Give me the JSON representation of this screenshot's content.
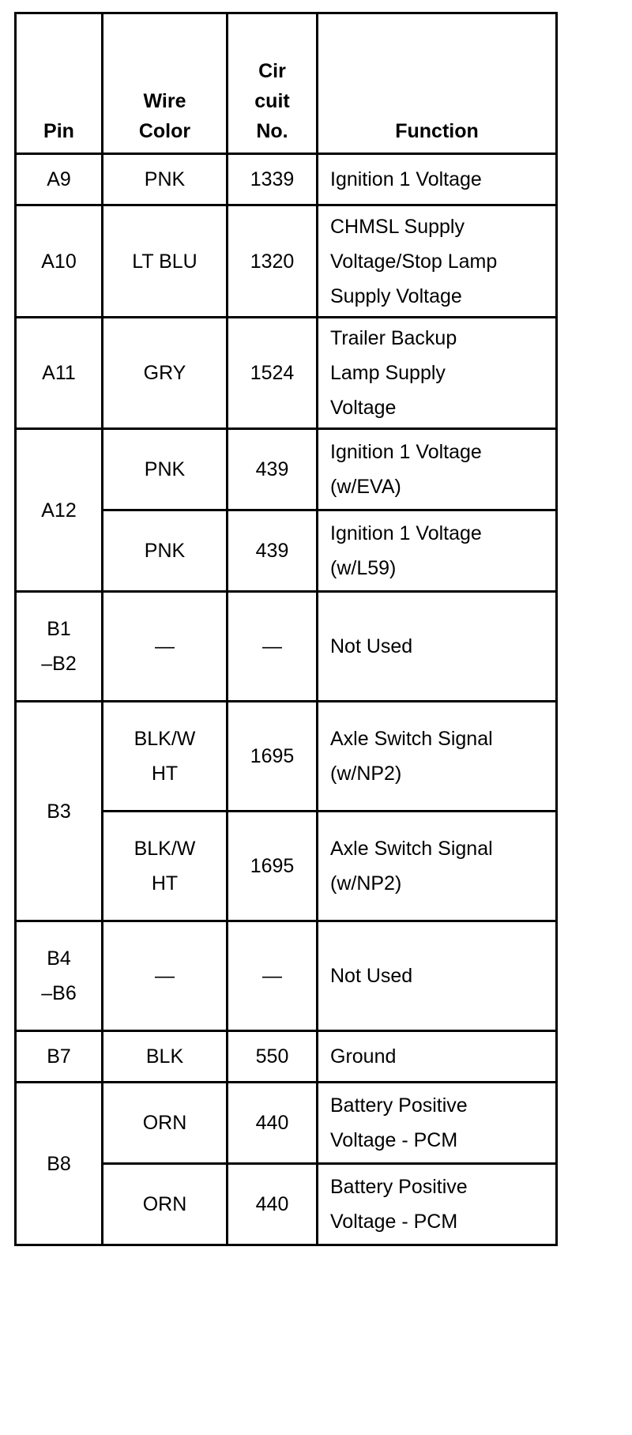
{
  "header": {
    "pin": "Pin",
    "wire_line1": "Wire",
    "wire_line2": "Color",
    "circuit_line1": "Cir",
    "circuit_line2": "cuit",
    "circuit_line3": "No.",
    "function": "Function"
  },
  "rows": [
    {
      "pin": [
        "A9"
      ],
      "wire": [
        "PNK"
      ],
      "circuit": "1339",
      "function": [
        "Ignition 1 Voltage"
      ]
    },
    {
      "pin": [
        "A10"
      ],
      "wire": [
        "LT BLU"
      ],
      "circuit": "1320",
      "function": [
        "CHMSL Supply",
        "Voltage/Stop Lamp",
        "Supply Voltage"
      ]
    },
    {
      "pin": [
        "A11"
      ],
      "wire": [
        "GRY"
      ],
      "circuit": "1524",
      "function": [
        "Trailer Backup",
        "Lamp Supply",
        "Voltage"
      ]
    },
    {
      "pin": [
        "A12"
      ],
      "wire": [
        "PNK"
      ],
      "circuit": "439",
      "function": [
        "Ignition 1 Voltage",
        "(w/EVA)"
      ]
    },
    {
      "pin": [],
      "wire": [
        "PNK"
      ],
      "circuit": "439",
      "function": [
        "Ignition 1 Voltage",
        "(w/L59)"
      ]
    },
    {
      "pin": [
        "B1",
        "–B2"
      ],
      "wire": [
        "—"
      ],
      "circuit": "—",
      "function": [
        "Not Used"
      ]
    },
    {
      "pin": [
        "B3"
      ],
      "wire": [
        "BLK/W",
        "HT"
      ],
      "circuit": "1695",
      "function": [
        "Axle Switch Signal",
        "(w/NP2)"
      ]
    },
    {
      "pin": [],
      "wire": [
        "BLK/W",
        "HT"
      ],
      "circuit": "1695",
      "function": [
        "Axle Switch Signal",
        "(w/NP2)"
      ]
    },
    {
      "pin": [
        "B4",
        "–B6"
      ],
      "wire": [
        "—"
      ],
      "circuit": "—",
      "function": [
        "Not Used"
      ]
    },
    {
      "pin": [
        "B7"
      ],
      "wire": [
        "BLK"
      ],
      "circuit": "550",
      "function": [
        "Ground"
      ]
    },
    {
      "pin": [
        "B8"
      ],
      "wire": [
        "ORN"
      ],
      "circuit": "440",
      "function": [
        "Battery Positive",
        "Voltage - PCM"
      ]
    },
    {
      "pin": [],
      "wire": [
        "ORN"
      ],
      "circuit": "440",
      "function": [
        "Battery Positive",
        "Voltage - PCM"
      ]
    }
  ]
}
